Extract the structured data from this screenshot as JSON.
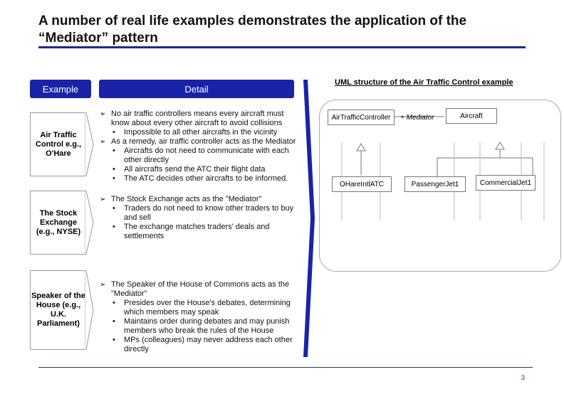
{
  "title": "A number of real life examples demonstrates the application of the “Mediator” pattern",
  "headers": {
    "example": "Example",
    "detail": "Detail"
  },
  "rows": [
    {
      "label": "Air Traffic Control e.g., O'Hare",
      "details": [
        {
          "text": "No air traffic controllers means every aircraft must know about every other aircraft to avoid collisions",
          "subs": [
            "Impossible to all other aircrafts in the vicinity"
          ]
        },
        {
          "text": "As a remedy, air traffic controller acts as the Mediator",
          "subs": [
            "Aircrafts do not need to communicate with each other directly",
            "All aircrafts send the ATC their flight data",
            "The ATC decides other aircrafts to be informed."
          ]
        }
      ]
    },
    {
      "label": "The Stock Exchange (e.g., NYSE)",
      "details": [
        {
          "text": "The Stock Exchange acts as the \"Mediator\"",
          "subs": [
            "Traders do not need to know other traders to buy and sell",
            "The exchange matches traders' deals and settlements"
          ]
        }
      ]
    },
    {
      "label": "Speaker of the House (e.g., U.K. Parliament)",
      "details": [
        {
          "text": "The Speaker of the House of Commons acts as the \"Mediator\"",
          "subs": [
            "Presides over the House's debates, determining which members may speak",
            "Maintains order during debates and may punish members who break the rules of the House",
            "MPs (colleagues) may never address each other directly"
          ]
        }
      ]
    }
  ],
  "uml": {
    "title": "UML structure of the Air Traffic Control example",
    "classes": {
      "air_traffic_controller": "AirTrafficController",
      "aircraft": "Aircraft",
      "ohare_atc": "OHareIntlATC",
      "passenger_jet": "PassengerJet1",
      "commercial_jet": "CommercialJet1"
    },
    "association_label": "+ Mediator"
  },
  "page_number": "3",
  "colors": {
    "accent": "#1a23a8",
    "rule": "#1b2a9a"
  }
}
